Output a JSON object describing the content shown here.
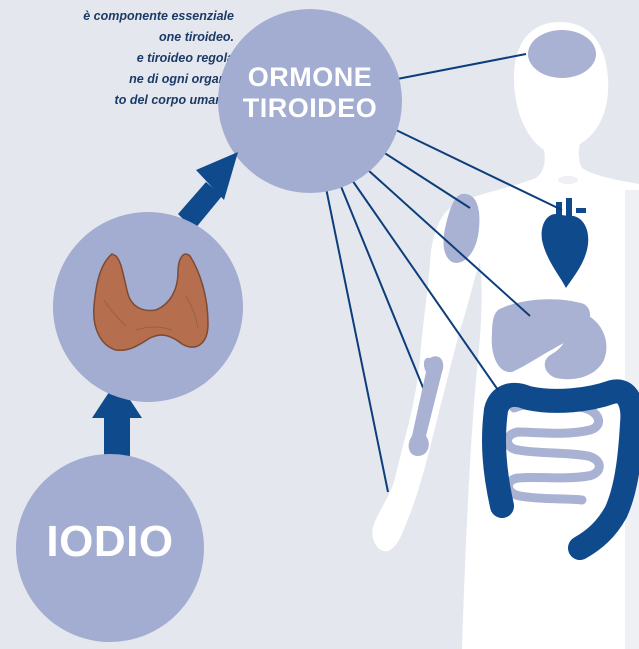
{
  "intro_text": {
    "line1": "è componente essenziale",
    "line2": "one tiroideo.",
    "line3": "e tiroideo regola",
    "line4": "ne di ogni organo",
    "line5": "to del corpo umano."
  },
  "nodes": {
    "hormone": {
      "line1": "ORMONE",
      "line2": "TIROIDEO"
    },
    "iodine": {
      "label": "IODIO"
    }
  },
  "colors": {
    "background": "#e4e8ee",
    "node_circle": "#a3acd1",
    "arrow": "#0f4a8c",
    "connector_line": "#0d3d7a",
    "body_silhouette": "#ffffff",
    "organ_light": "#a9b2d2",
    "organ_dark": "#0f4a8c",
    "thyroid": "#b56f4e",
    "text_dark": "#1c3a66"
  }
}
